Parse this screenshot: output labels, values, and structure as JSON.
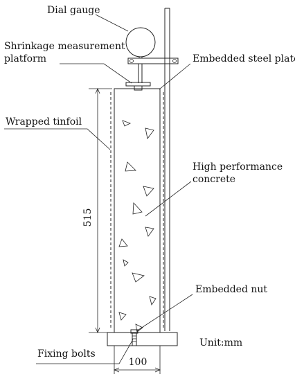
{
  "labels": {
    "dial_gauge": "Dial gauge",
    "platform_line1": "Shrinkage measurement",
    "platform_line2": "platform",
    "embedded_plate": "Embedded steel plate",
    "tinfoil": "Wrapped tinfoil",
    "hpc_line1": "High performance",
    "hpc_line2": "concrete",
    "embedded_nut": "Embedded nut",
    "fixing_bolts": "Fixing bolts",
    "unit": "Unit:mm"
  },
  "dimensions": {
    "height": "515",
    "width": "100"
  }
}
